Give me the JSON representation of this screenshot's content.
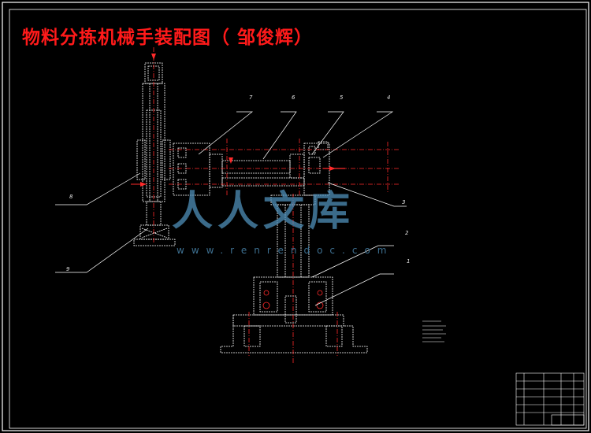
{
  "title": "物料分拣机械手装配图（  邹俊辉）",
  "watermark": {
    "text": "人人文库",
    "url": "www.renrendoc.com"
  },
  "part_labels": [
    "1",
    "2",
    "3",
    "4",
    "5",
    "6",
    "7",
    "8",
    "9"
  ],
  "colors": {
    "background": "#000000",
    "frame": "#ffffff",
    "title": "#ff1a1a",
    "centerline": "#ff2a2a",
    "part_line": "#ffffff",
    "watermark": "#4f8fb8"
  }
}
